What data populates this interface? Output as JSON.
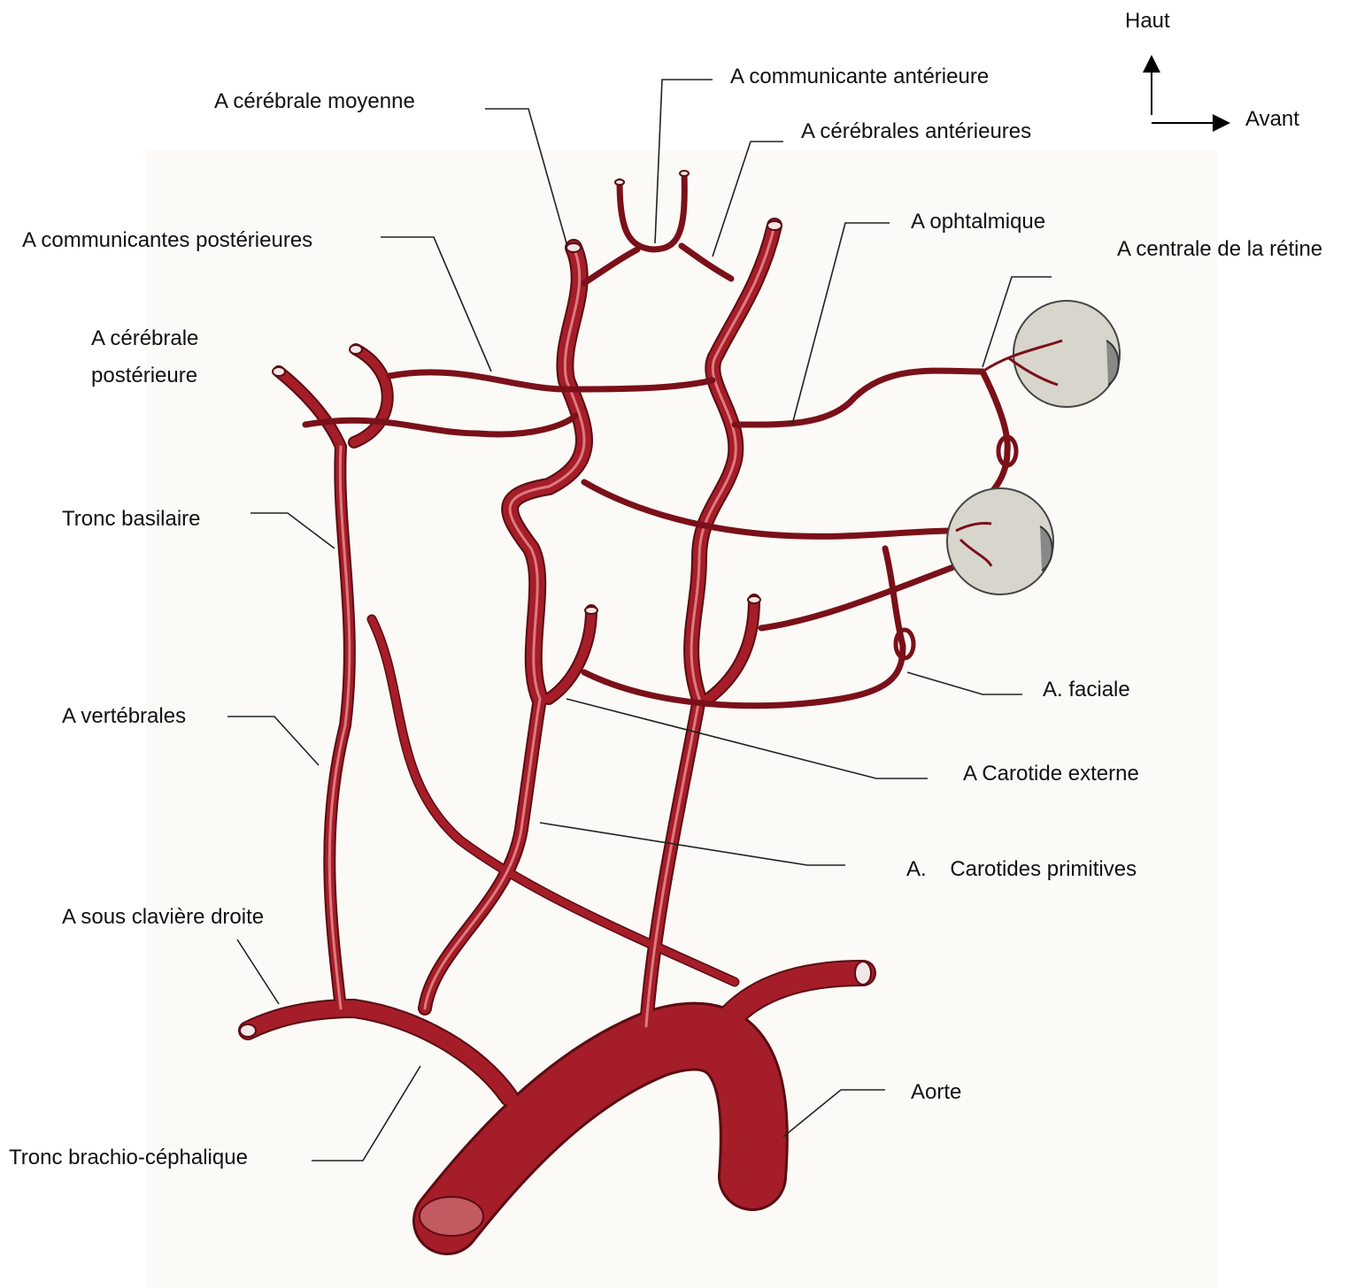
{
  "orientation": {
    "up": "Haut",
    "forward": "Avant"
  },
  "labels": {
    "cerebrale_moyenne": "A cérébrale moyenne",
    "communicante_anterieure": "A communicante antérieure",
    "cerebrales_anterieures": "A cérébrales antérieures",
    "communicantes_posterieures": "A communicantes postérieures",
    "ophtalmique": "A ophtalmique",
    "centrale_retine": "A centrale de la rétine",
    "cerebrale_posterieure": "A cérébrale postérieure",
    "tronc_basilaire": "Tronc basilaire",
    "faciale": "A. faciale",
    "vertebrales": "A vertébrales",
    "carotide_externe": "A Carotide externe",
    "carotides_primitives": "A.    Carotides primitives",
    "sous_claviere_droite": "A sous clavière droite",
    "aorte": "Aorte",
    "tronc_brachio_cephalique": "Tronc brachio-céphalique"
  },
  "colors": {
    "artery": "#9c1a24",
    "artery_highlight": "#e58b8f",
    "artery_outline": "#5a0c12",
    "eye": "#d8d6cc",
    "leader": "#222222",
    "paper": "#fbfaf6"
  }
}
